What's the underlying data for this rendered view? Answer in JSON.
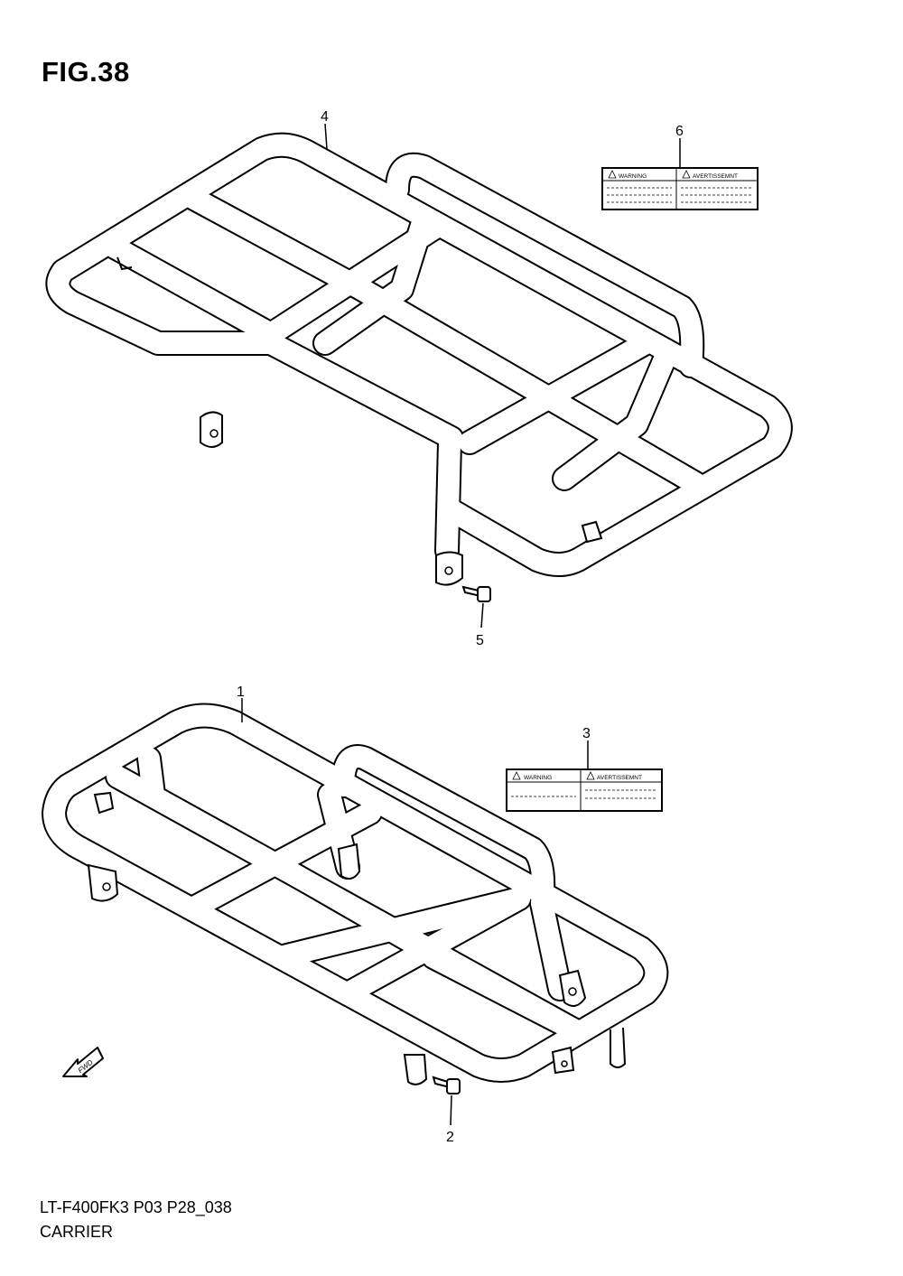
{
  "figure": {
    "title": "FIG.38"
  },
  "footer": {
    "code": "LT-F400FK3 P03 P28_038",
    "name": "CARRIER"
  },
  "callouts": [
    "1",
    "2",
    "3",
    "4",
    "5",
    "6"
  ],
  "labels": {
    "warning": "WARNING",
    "avertissement": "AVERTISSEMNT"
  },
  "arrow": {
    "text": "FWD"
  }
}
